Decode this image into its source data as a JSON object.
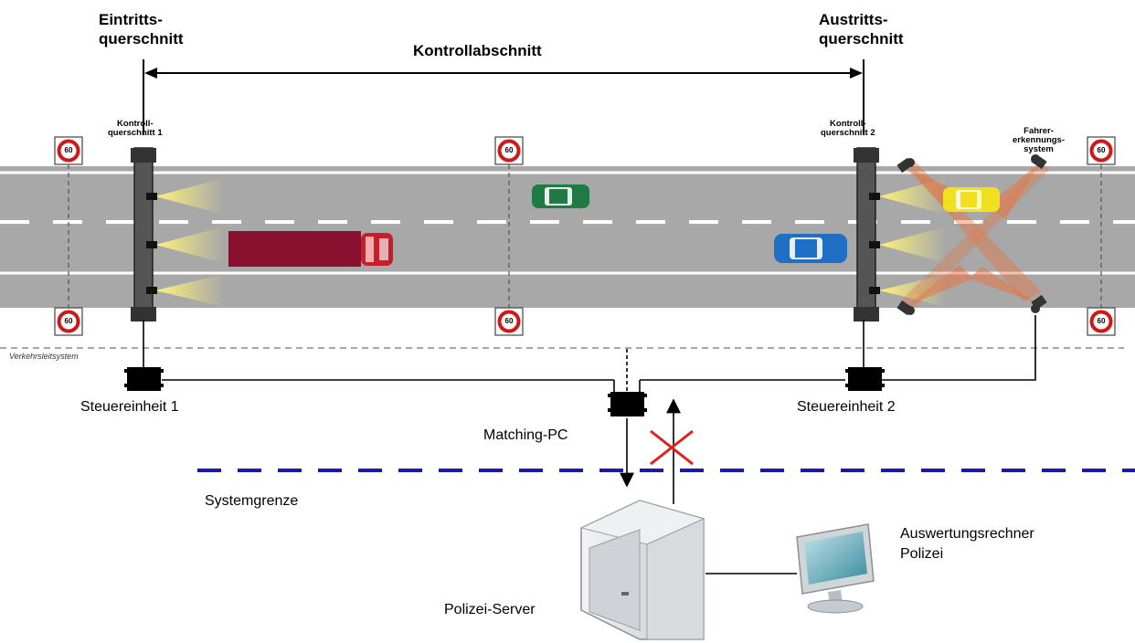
{
  "labels": {
    "entry": [
      "Eintritts-",
      "querschnitt"
    ],
    "exit": [
      "Austritts-",
      "querschnitt"
    ],
    "section": "Kontrollabschnitt",
    "gantry1": [
      "Kontroll-",
      "querschnitt 1"
    ],
    "gantry2": [
      "Kontroll-",
      "querschnitt 2"
    ],
    "driver_system": [
      "Fahrer-",
      "erkennungs-",
      "system"
    ],
    "traffic_system": "Verkehrsleitsystem",
    "control_unit_1": "Steuereinheit 1",
    "control_unit_2": "Steuereinheit 2",
    "matching_pc": "Matching-PC",
    "system_boundary": "Systemgrenze",
    "police_server": "Polizei-Server",
    "workstation": [
      "Auswertungsrechner",
      "Polizei"
    ]
  },
  "sign_text": "60",
  "colors": {
    "road": "#a8a8a8",
    "boundary_line": "#1a1aa8",
    "blocked_x": "#e02020",
    "truck": "#8a1030",
    "car_green": "#1f7a45",
    "car_blue": "#1f6fc4",
    "car_yellow": "#f0e020"
  }
}
